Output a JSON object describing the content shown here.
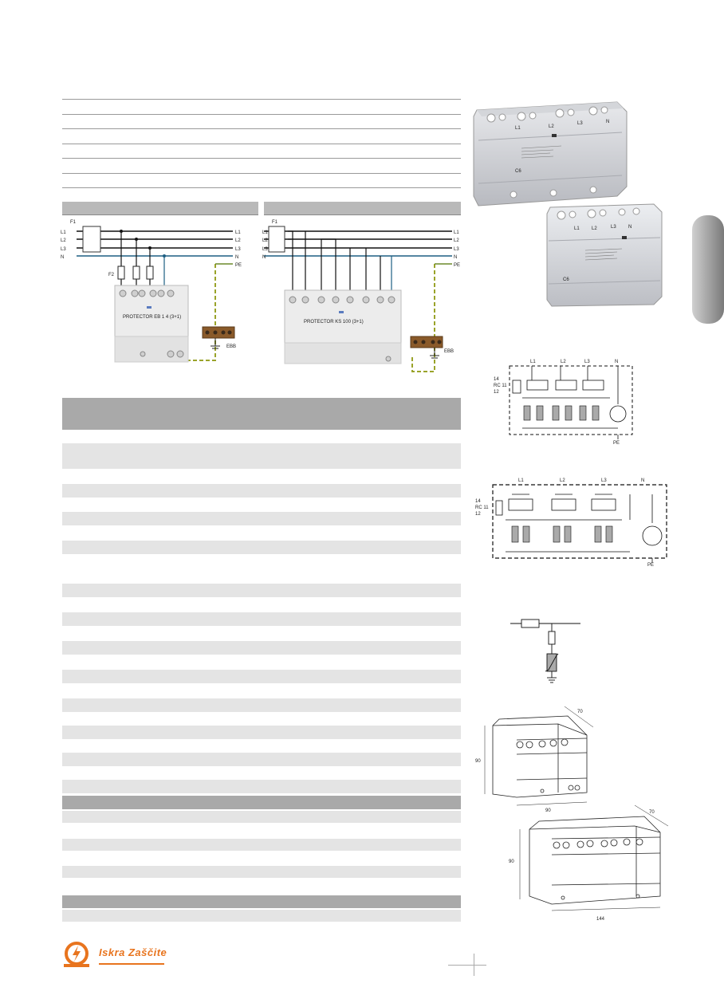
{
  "diagram_left": {
    "fuse_f1": "F1",
    "fuse_f2": "F2",
    "lines_left": [
      "L1",
      "L2",
      "L3",
      "N"
    ],
    "lines_right": [
      "L1",
      "L2",
      "L3",
      "N",
      "PE"
    ],
    "device_label": "PROTECTOR EB 1 4 (3+1)",
    "ebb": "EBB"
  },
  "diagram_right": {
    "fuse_f1": "F1",
    "lines_left": [
      "L1",
      "L2",
      "L3",
      "N"
    ],
    "lines_right": [
      "L1",
      "L2",
      "L3",
      "N",
      "PE"
    ],
    "device_label": "PROTECTOR KS 100 (3+1)",
    "ebb": "EBB"
  },
  "schematic_a": {
    "phases": [
      "L1",
      "L2",
      "L3",
      "N"
    ],
    "rc": [
      "14",
      "RC 11",
      "12"
    ],
    "pe": "PE"
  },
  "schematic_b": {
    "phases": [
      "L1",
      "L2",
      "L3",
      "N"
    ],
    "rc": [
      "14",
      "RC 11",
      "12"
    ],
    "pe": "PE"
  },
  "dims_a": {
    "height": "90",
    "depth": "70",
    "width": "90"
  },
  "dims_b": {
    "height": "90",
    "depth": "70",
    "width": "144"
  },
  "product_a": {
    "labels": [
      "L1",
      "L2",
      "L3",
      "N"
    ],
    "bottom": "C6"
  },
  "product_b": {
    "labels": [
      "L1",
      "L2",
      "L3",
      "N"
    ],
    "bottom": "C6"
  },
  "brand": "Iskra Zaščite",
  "brand_color": "#e8741e"
}
